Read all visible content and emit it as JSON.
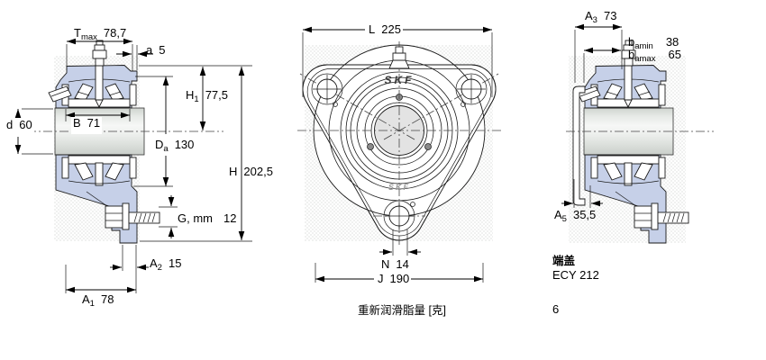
{
  "page": {
    "background": "#ffffff",
    "line_color": "#1a1a1a",
    "housing_color": "#c6d0e8",
    "shaft_color": "#e8ebe8",
    "bore_color": "#e3e3e3"
  },
  "views": {
    "left": {
      "name": "side-section-view",
      "dims": {
        "tmax": {
          "sym": "T",
          "sub": "max",
          "value": "78,7"
        },
        "a": {
          "sym": "a",
          "sub": "",
          "value": "5"
        },
        "h1": {
          "sym": "H",
          "sub": "1",
          "value": "77,5"
        },
        "d": {
          "sym": "d",
          "sub": "",
          "value": "60"
        },
        "b": {
          "sym": "B",
          "sub": "",
          "value": "71"
        },
        "da": {
          "sym": "D",
          "sub": "a",
          "value": "130"
        },
        "h": {
          "sym": "H",
          "sub": "",
          "value": "202,5"
        },
        "g": {
          "sym": "G, mm",
          "sub": "",
          "value": "12"
        },
        "a2": {
          "sym": "A",
          "sub": "2",
          "value": "15"
        },
        "a1": {
          "sym": "A",
          "sub": "1",
          "value": "78"
        }
      }
    },
    "front": {
      "name": "front-view",
      "logo": "SKF",
      "dims": {
        "l": {
          "sym": "L",
          "sub": "",
          "value": "225"
        },
        "n": {
          "sym": "N",
          "sub": "",
          "value": "14"
        },
        "j": {
          "sym": "J",
          "sub": "",
          "value": "190"
        }
      }
    },
    "right": {
      "name": "side-section-view-with-end-cover",
      "dims": {
        "a3": {
          "sym": "A",
          "sub": "3",
          "value": "73"
        },
        "bamin": {
          "sym": "b",
          "sub": "amin",
          "value": "38"
        },
        "bamax": {
          "sym": "b",
          "sub": "amax",
          "value": "65"
        },
        "a5": {
          "sym": "A",
          "sub": "5",
          "value": "35,5"
        }
      }
    }
  },
  "notes": {
    "end_cap_label": "端盖",
    "end_cap_value": "ECY 212",
    "grease_label": "重新润滑脂量 [克]",
    "grease_value": "6"
  }
}
